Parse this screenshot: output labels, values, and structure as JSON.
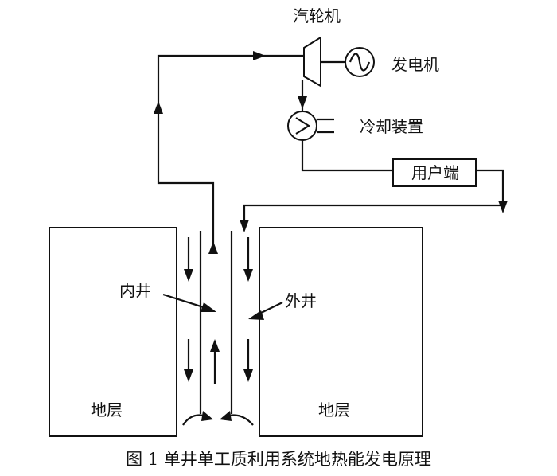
{
  "labels": {
    "turbine": "汽轮机",
    "generator": "发电机",
    "cooling": "冷却装置",
    "user": "用户端",
    "inner_well": "内井",
    "outer_well": "外井",
    "stratum_left": "地层",
    "stratum_right": "地层"
  },
  "caption": "图 1   单井单工质利用系统地热能发电原理"
}
